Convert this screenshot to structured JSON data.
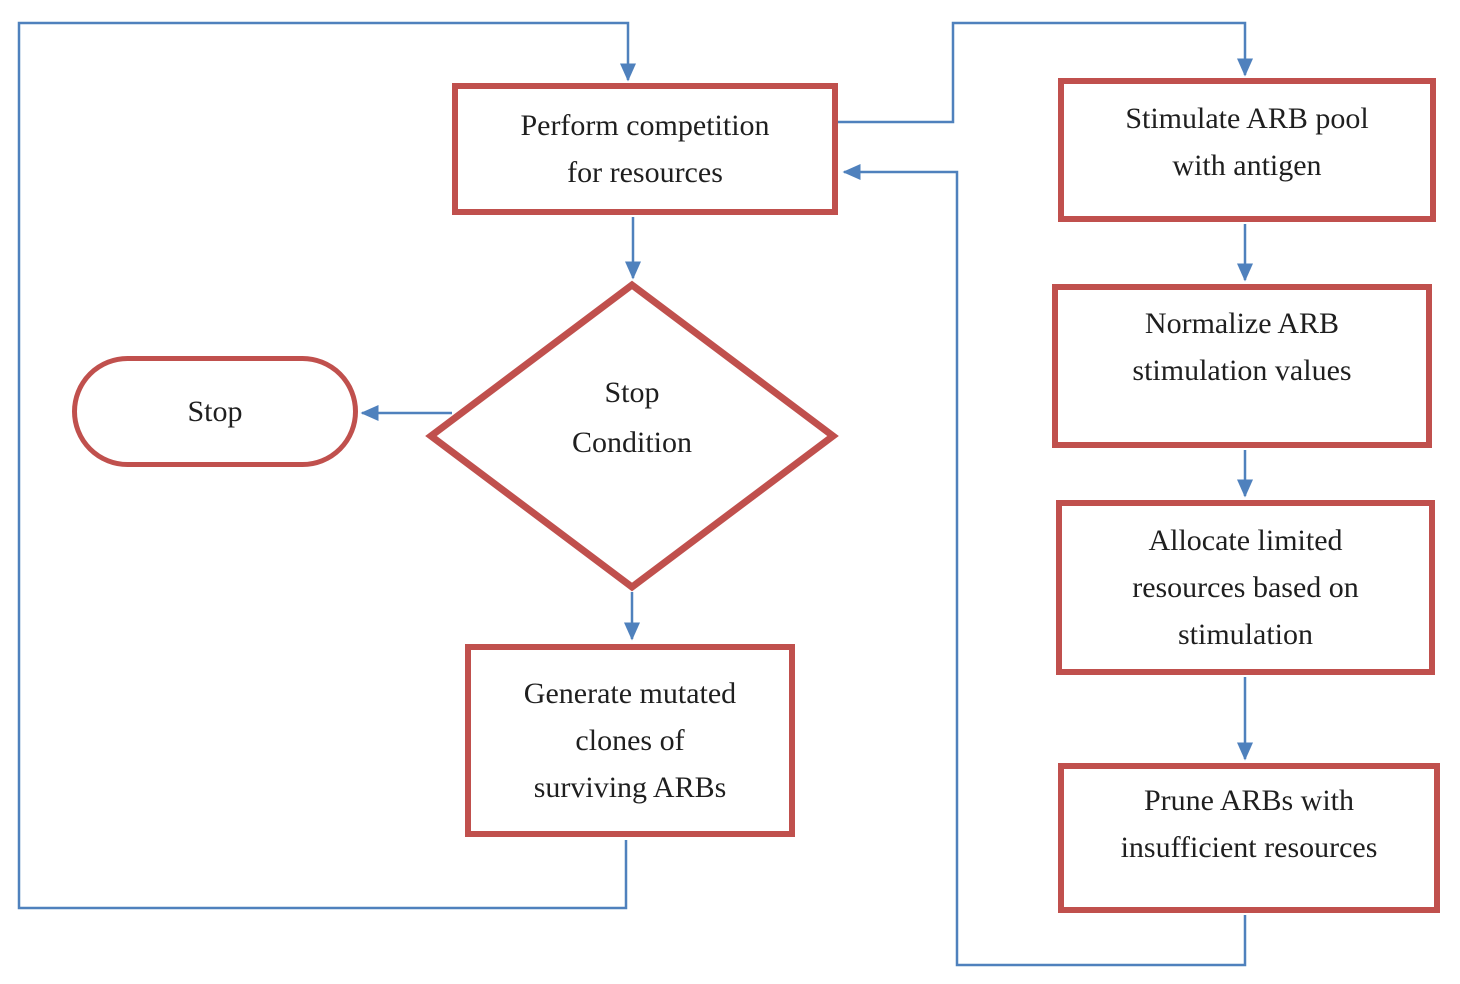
{
  "colors": {
    "shape_border": "#C0504D",
    "connector": "#4F81BD",
    "text": "#1F1F1F",
    "background": "#FFFFFF"
  },
  "nodes": {
    "perform_competition": {
      "shape": "process",
      "label": "Perform competition\nfor resources"
    },
    "stop_condition": {
      "shape": "decision",
      "label": "Stop\nCondition"
    },
    "stop": {
      "shape": "terminator",
      "label": "Stop"
    },
    "generate_clones": {
      "shape": "process",
      "label": "Generate mutated\nclones of\nsurviving ARBs"
    },
    "stimulate_pool": {
      "shape": "process",
      "label": "Stimulate ARB pool\nwith antigen"
    },
    "normalize_values": {
      "shape": "process",
      "label": "Normalize ARB\nstimulation values"
    },
    "allocate_resources": {
      "shape": "process",
      "label": "Allocate limited\nresources based on\nstimulation"
    },
    "prune_arbs": {
      "shape": "process",
      "label": "Prune ARBs with\ninsufficient resources"
    }
  },
  "connectors": [
    {
      "from": "generate_clones",
      "to": "perform_competition",
      "route": "down-left-up-right-down"
    },
    {
      "from": "perform_competition",
      "to": "stop_condition",
      "route": "down"
    },
    {
      "from": "stop_condition",
      "to": "stop",
      "route": "left"
    },
    {
      "from": "stop_condition",
      "to": "generate_clones",
      "route": "down"
    },
    {
      "from": "perform_competition",
      "to": "stimulate_pool",
      "route": "right-up-right-down"
    },
    {
      "from": "stimulate_pool",
      "to": "normalize_values",
      "route": "down"
    },
    {
      "from": "normalize_values",
      "to": "allocate_resources",
      "route": "down"
    },
    {
      "from": "allocate_resources",
      "to": "prune_arbs",
      "route": "down"
    },
    {
      "from": "prune_arbs",
      "to": "perform_competition",
      "route": "down-left-up-left"
    }
  ]
}
